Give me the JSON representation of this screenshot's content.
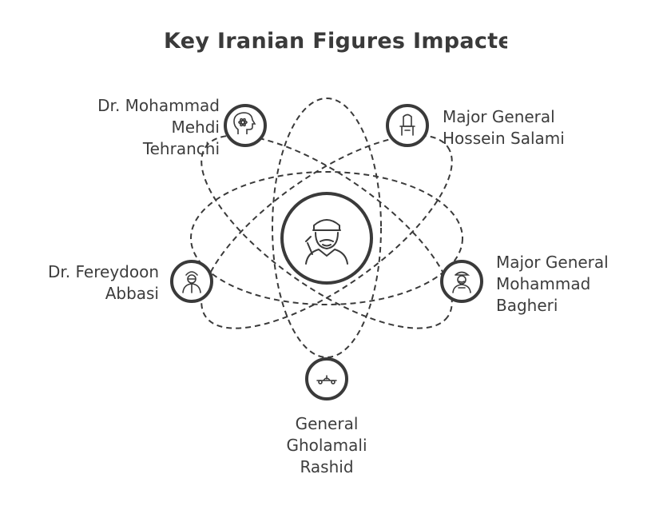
{
  "title": "Key Iranian Figures Impacted",
  "nodes": [
    {
      "id": "tehranchi",
      "lines": [
        "Dr. Mohammad",
        "Mehdi",
        "Tehranchi"
      ],
      "icon": "atom-head-icon"
    },
    {
      "id": "salami",
      "lines": [
        "Major General",
        "Hossein Salami"
      ],
      "icon": "guard-chair-icon"
    },
    {
      "id": "abbasi",
      "lines": [
        "Dr. Fereydoon",
        "Abbasi"
      ],
      "icon": "scientist-icon"
    },
    {
      "id": "bagheri",
      "lines": [
        "Major General",
        "Mohammad",
        "Bagheri"
      ],
      "icon": "officer-icon"
    },
    {
      "id": "rashid",
      "lines": [
        "General",
        "Gholamali",
        "Rashid"
      ],
      "icon": "aircraft-icon"
    }
  ],
  "center": {
    "icon": "saluting-officer-icon"
  }
}
